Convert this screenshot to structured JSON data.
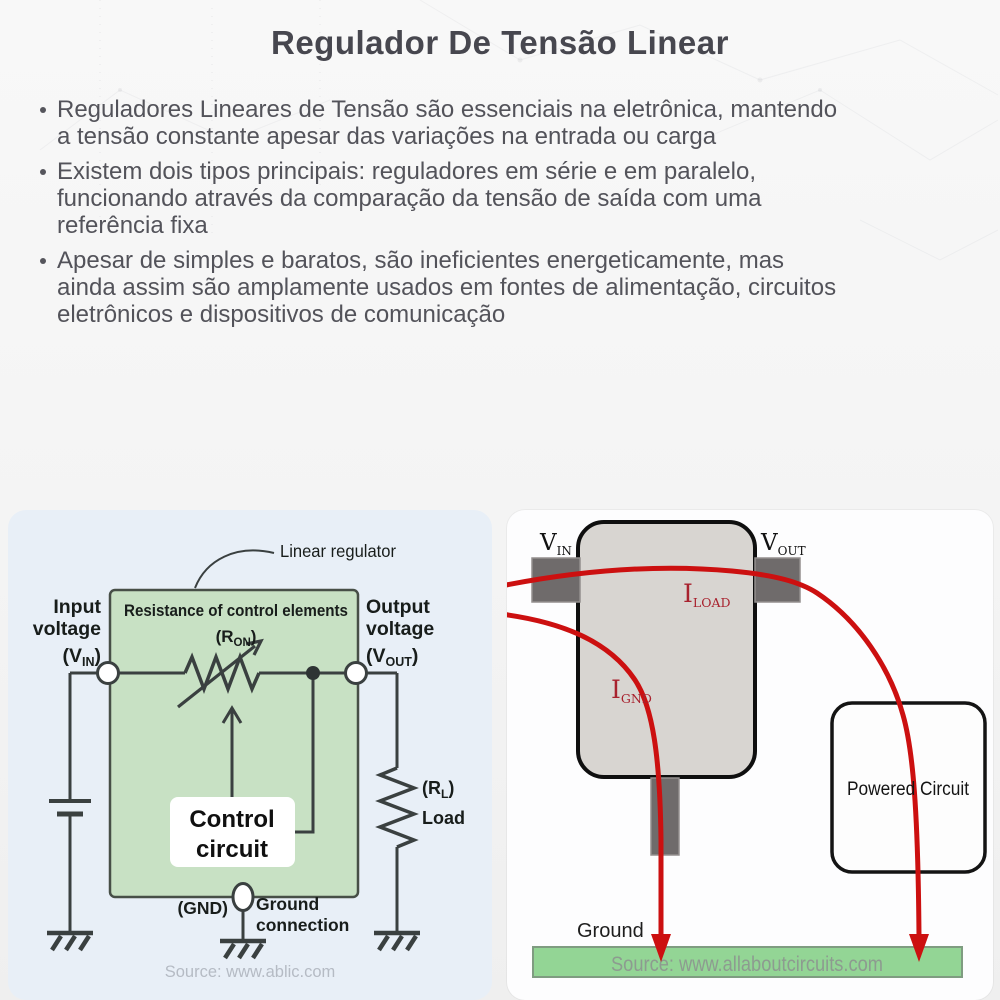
{
  "page": {
    "title": "Regulador De Tensão Linear",
    "bullets": [
      {
        "text": "Reguladores Lineares de Tensão são essenciais na eletrônica, mantendo a tensão constante apesar das variações na entrada ou carga"
      },
      {
        "text": "Existem dois tipos principais: reguladores em série e em paralelo, funcionando através da comparação da tensão de saída com uma referência fixa"
      },
      {
        "text": "Apesar de simples e baratos, são ineficientes energeticamente, mas ainda assim são amplamente usados em fontes de alimentação, circuitos eletrônicos e dispositivos de comunicação"
      }
    ]
  },
  "left_diagram": {
    "pointer_label": "Linear regulator",
    "box_title": "Resistance of control elements",
    "ron_open": "(R",
    "ron_sub": "ON",
    "ron_close": ")",
    "input_line1": "Input",
    "input_line2": "voltage",
    "input_open": "(V",
    "input_sub": "IN",
    "input_close": ")",
    "output_line1": "Output",
    "output_line2": "voltage",
    "output_open": "(V",
    "output_sub": "OUT",
    "output_close": ")",
    "control_line1": "Control",
    "control_line2": "circuit",
    "gnd_label": "(GND)",
    "ground_line1": "Ground",
    "ground_line2": "connection",
    "load_open": "(R",
    "load_sub": "L",
    "load_close": ")",
    "load_label": "Load",
    "source": "Source: www.ablic.com"
  },
  "right_diagram": {
    "vin_base": "V",
    "vin_sub": "IN",
    "vout_base": "V",
    "vout_sub": "OUT",
    "iload_base": "I",
    "iload_sub": "LOAD",
    "ignd_base": "I",
    "ignd_sub": "GND",
    "powered_label": "Powered Circuit",
    "ground_label": "Ground",
    "source": "Source: www.allaboutcircuits.com"
  },
  "colors": {
    "accent_red": "#cc1010",
    "current_label_red": "#a8222e",
    "regulator_box_green": "#c8e1c4",
    "ground_bar_green": "#93d595",
    "left_panel_blue": "#e8eff7",
    "wire_dark": "#3a4040"
  }
}
